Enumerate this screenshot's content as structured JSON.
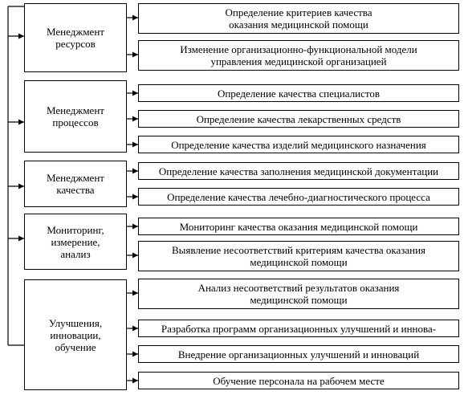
{
  "groups": [
    {
      "label": "Менеджмент\nресурсов",
      "items": [
        "Определение критериев качества\nоказания медицинской помощи",
        "Изменение организационно-функциональной модели\nуправления медицинской организацией"
      ]
    },
    {
      "label": "Менеджмент\nпроцессов",
      "items": [
        "Определение качества специалистов",
        "Определение качества лекарственных средств",
        "Определение качества изделий медицинского назначения"
      ]
    },
    {
      "label": "Менеджмент\nкачества",
      "items": [
        "Определение качества заполнения медицинской документации",
        "Определение качества лечебно-диагностического процесса"
      ]
    },
    {
      "label": "Мониторинг,\nизмерение,\nанализ",
      "items": [
        "Мониторинг качества оказания медицинской помощи",
        "Выявление несоответствий критериям качества оказания\nмедицинской помощи"
      ]
    },
    {
      "label": "Улучшения,\nинновации,\nобучение",
      "items": [
        "Анализ несоответствий результатов оказания\nмедицинской помощи",
        "Разработка программ организационных улучшений и иннова-",
        "Внедрение организационных улучшений и инноваций",
        "Обучение персонала на рабочем месте"
      ]
    }
  ]
}
